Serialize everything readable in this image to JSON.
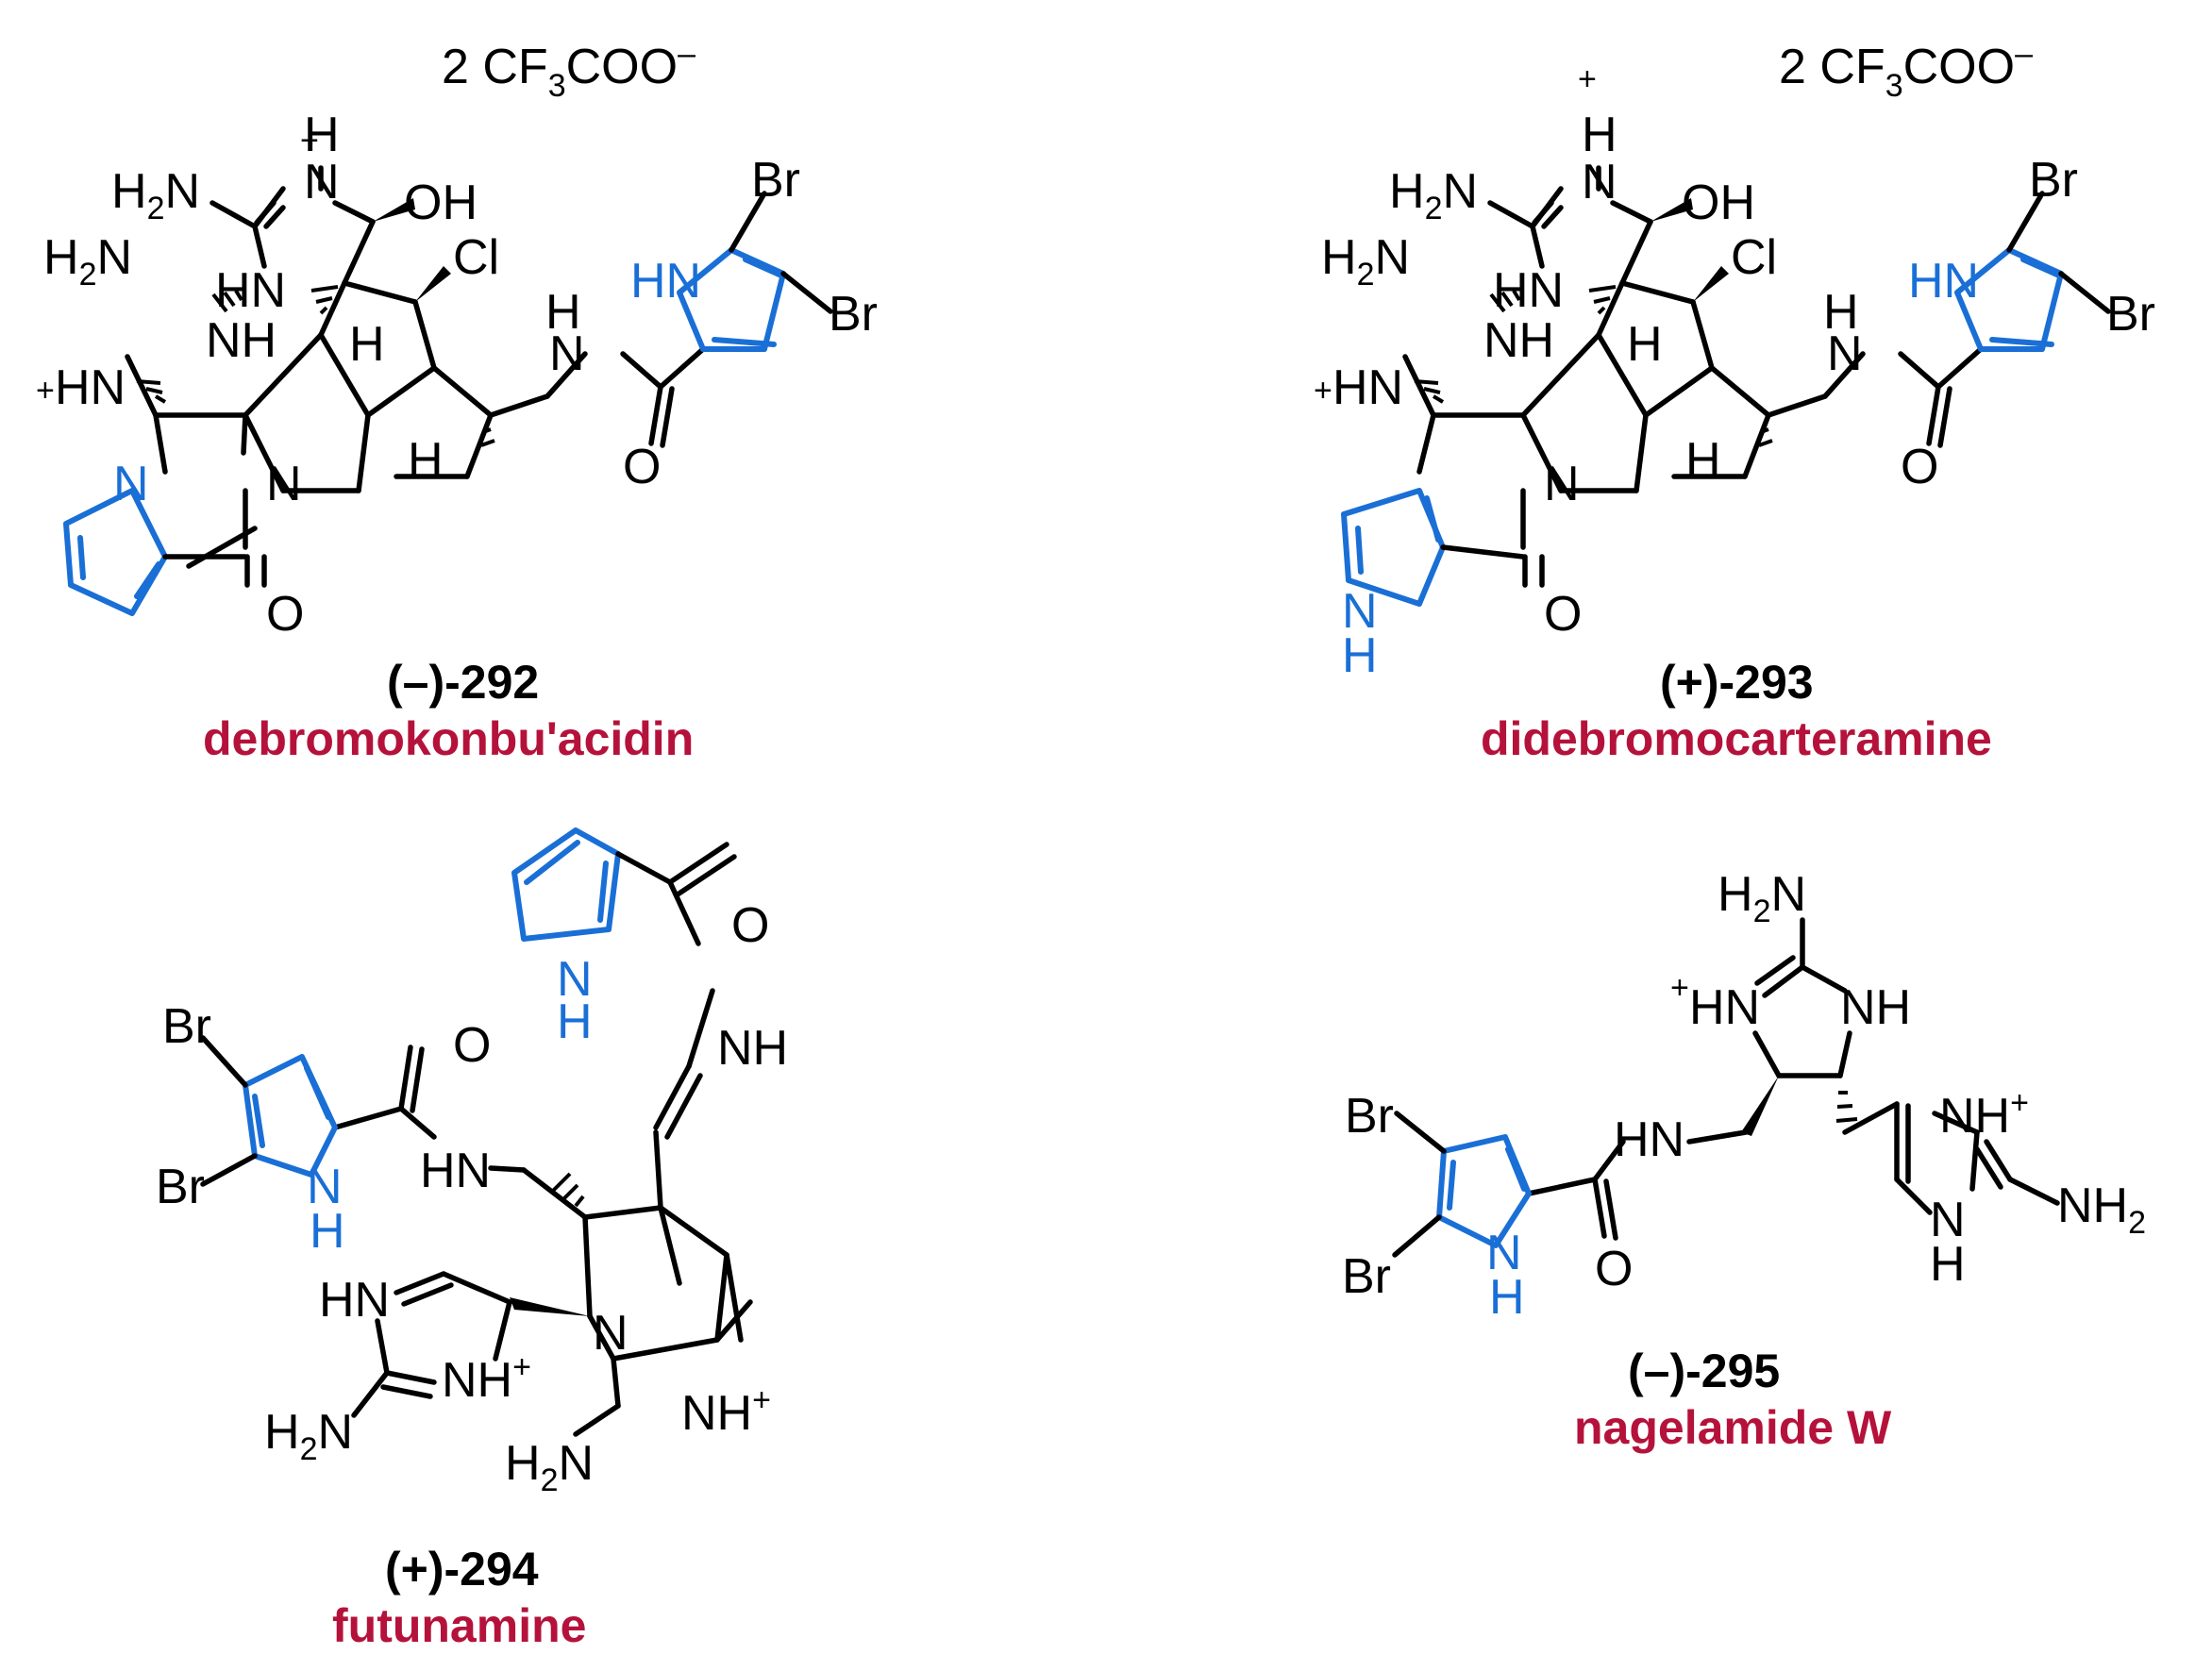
{
  "compounds": [
    {
      "id": "(–)-292",
      "name": "debromokonbu'acidin",
      "counterion": {
        "prefix": "2 CF",
        "sub": "3",
        "suffix": "COO",
        "charge": "–"
      }
    },
    {
      "id": "(+)-293",
      "name": "didebromocarteramine",
      "counterion": {
        "prefix": "2 CF",
        "sub": "3",
        "suffix": "COO",
        "charge": "–"
      }
    },
    {
      "id": "(+)-294",
      "name": "futunamine"
    },
    {
      "id": "(–)-295",
      "name": "nagelamide  W"
    }
  ],
  "atoms": {
    "H": "H",
    "N": "N",
    "NH": "NH",
    "HN": "HN",
    "OH": "OH",
    "Cl": "Cl",
    "Br": "Br",
    "O": "O",
    "H2N_prefix": "H",
    "H2N_sub": "2",
    "H2N_suffix": "N",
    "NH2_prefix": "NH",
    "NH2_sub": "2",
    "NH_plus": "NH",
    "plus": "+"
  },
  "colors": {
    "highlight_blue": "#1a6fd6",
    "name_red": "#b5123b",
    "structure_black": "#000000"
  }
}
